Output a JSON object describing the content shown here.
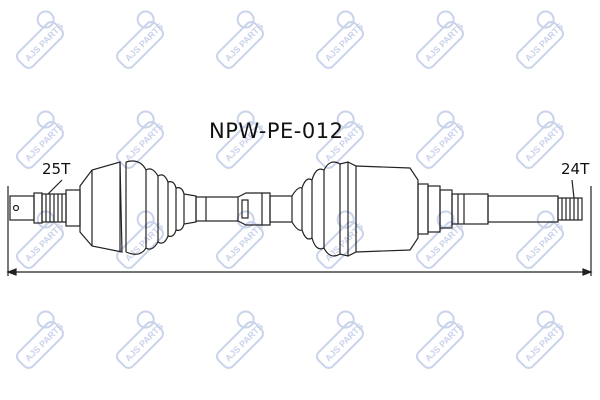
{
  "part_number": "NPW-PE-012",
  "left_spline_count": "25T",
  "right_spline_count": "24T",
  "watermark": {
    "text": "AJS PARTS",
    "color": "#c9d3ea"
  },
  "colors": {
    "outline": "#222222",
    "watermark": "#c9d3ea"
  }
}
